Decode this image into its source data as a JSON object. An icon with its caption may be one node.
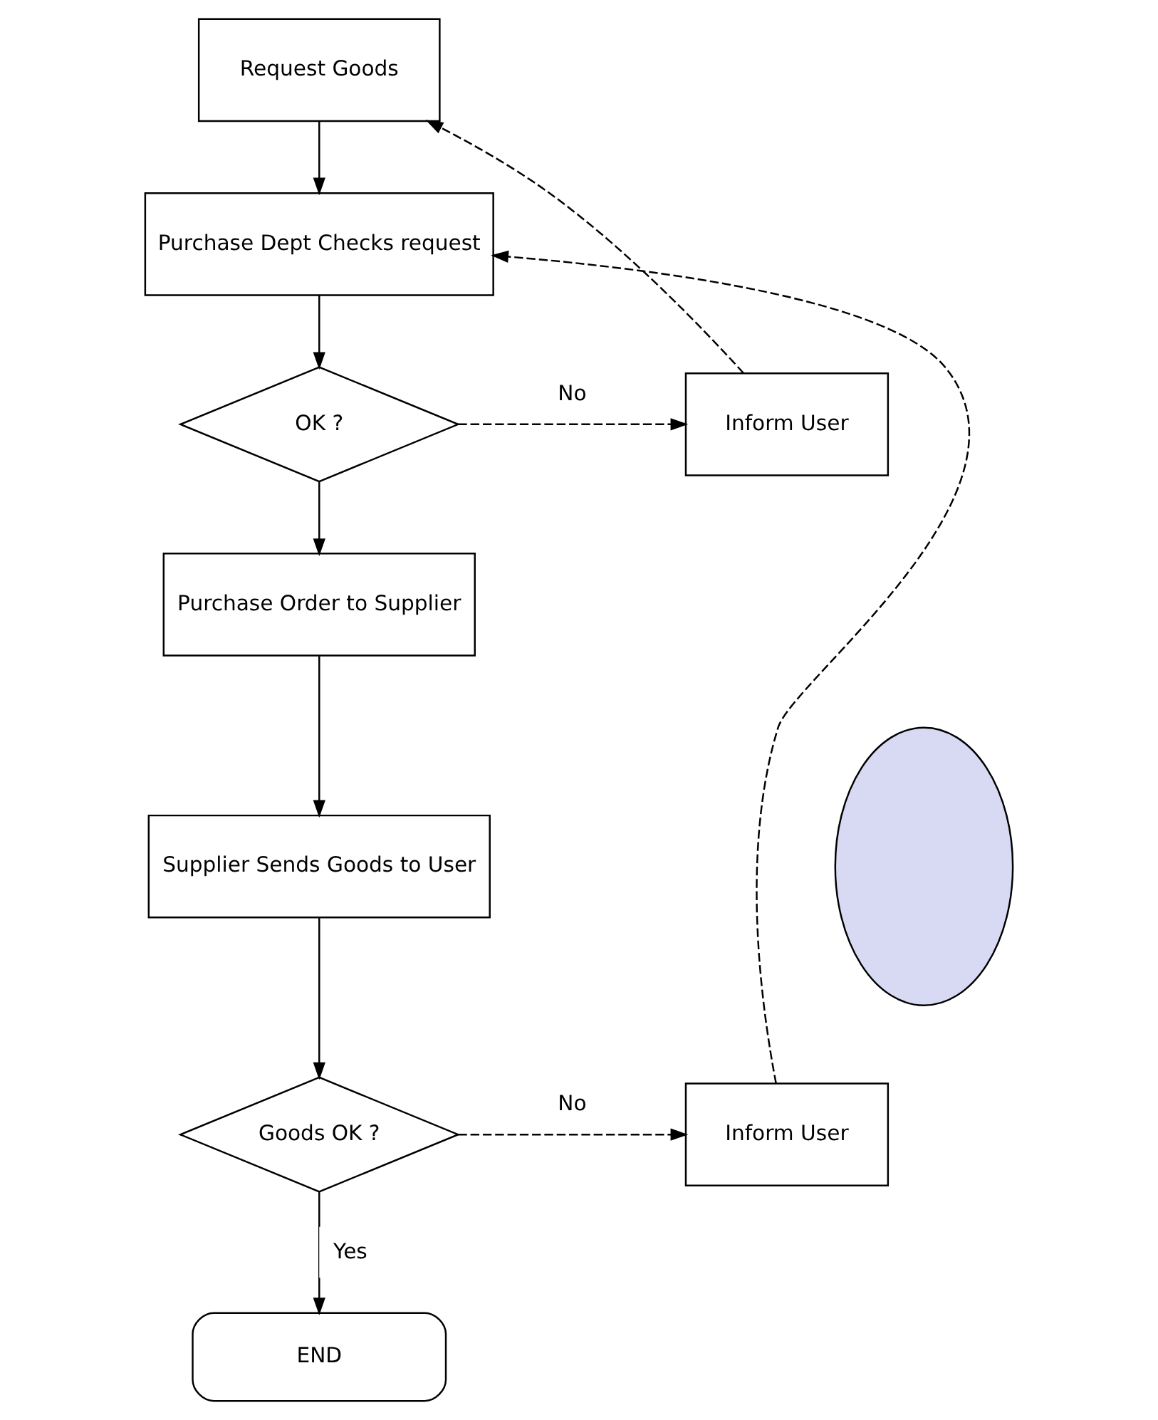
{
  "diagram": {
    "nodes": [
      {
        "text": [
          "Request Goods"
        ]
      },
      {
        "text": [
          "Purchase Dept Checks request"
        ]
      },
      {
        "text": [
          "OK ?"
        ]
      },
      {
        "text": [
          "Inform User"
        ]
      },
      {
        "text": [
          "Purchase Order to Supplier"
        ]
      },
      {
        "text": [
          "Supplier Sends Goods to User"
        ]
      },
      {
        "text": [
          "Goods OK ?"
        ]
      },
      {
        "text": [
          "Inform User"
        ]
      },
      {
        "text": [
          "END"
        ]
      },
      {
        "text": [],
        "shape": "cloud"
      }
    ],
    "edges": [
      {
        "from": 0,
        "to": 1,
        "arrow": "to"
      },
      {
        "from": 1,
        "to": 2,
        "arrow": "to"
      },
      {
        "from": 2,
        "to": 3,
        "arrow": "to",
        "label": "No",
        "style": "dashed"
      },
      {
        "from": 3,
        "to": 0,
        "arrow": "to",
        "style": "dashed"
      },
      {
        "from": 2,
        "to": 4,
        "arrow": "to"
      },
      {
        "from": 4,
        "to": 5,
        "arrow": "to"
      },
      {
        "from": 5,
        "to": 6,
        "arrow": "to"
      },
      {
        "from": 6,
        "to": 7,
        "arrow": "to",
        "label": "No",
        "style": "dashed"
      },
      {
        "from": 7,
        "to": 1,
        "arrow": "to",
        "style": "dashed"
      },
      {
        "from": 6,
        "to": 8,
        "arrow": "to",
        "label": "Yes"
      }
    ]
  }
}
